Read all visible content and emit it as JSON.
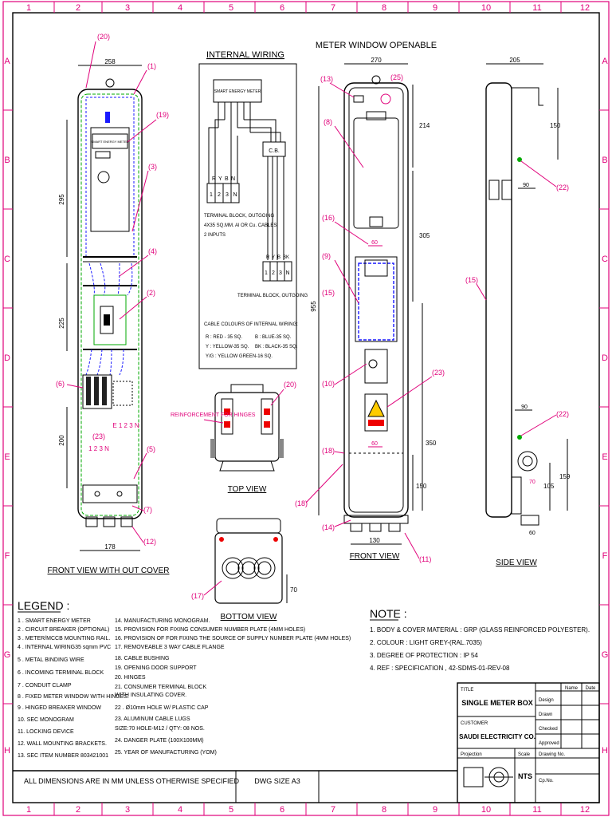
{
  "grid": {
    "columns": [
      "1",
      "2",
      "3",
      "4",
      "5",
      "6",
      "7",
      "8",
      "9",
      "10",
      "11",
      "12"
    ],
    "rows": [
      "A",
      "B",
      "C",
      "D",
      "E",
      "F",
      "G",
      "H"
    ]
  },
  "views": {
    "front_no_cover": "FRONT VIEW WITH OUT COVER",
    "internal_wiring": "INTERNAL WIRING",
    "meter_window": "METER WINDOW OPENABLE",
    "top": "TOP VIEW",
    "bottom": "BOTTOM VIEW",
    "front": "FRONT VIEW",
    "side": "SIDE VIEW"
  },
  "wiring": {
    "meter": "SMART ENERGY METER",
    "cb": "C.B.",
    "phases": [
      "R",
      "Y",
      "B",
      "N"
    ],
    "terminals": [
      "1",
      "2",
      "3",
      "N"
    ],
    "phases2": [
      "R",
      "Y",
      "B",
      "BK"
    ],
    "terminals2": [
      "1",
      "2",
      "3",
      "N"
    ],
    "outgoing_label_1": "TERMINAL BLOCK, OUTGOING",
    "outgoing_label_2": "4X35 SQ.MM. Al OR Cu. CABLES",
    "outgoing_label_3": "2 INPUTS",
    "outgoing_label_4": "TERMINAL BLOCK, OUTGOING",
    "colours_title": "CABLE COLOURS OF INTERNAL WIRING:",
    "c1": "R : RED - 35 SQ.",
    "c2": "B : BLUE-35 SQ.",
    "c3": "Y : YELLOW-35 SQ.",
    "c4": "BK : BLACK-35 SQ.",
    "c5": "Y/G : YELLOW GREEN-16 SQ."
  },
  "dims": {
    "d258": "258",
    "d295": "295",
    "d225": "225",
    "d200": "200",
    "d178": "178",
    "d270": "270",
    "d214": "214",
    "d305": "305",
    "d955": "955",
    "d350": "350",
    "d150": "150",
    "d130": "130",
    "d60a": "60",
    "d60b": "60",
    "d205": "205",
    "d150s": "150",
    "d90a": "90",
    "d90b": "90",
    "d159": "159",
    "d105": "105",
    "d70": "70",
    "d60s": "60",
    "d70b": "70"
  },
  "callouts": {
    "c1": "(1)",
    "c2": "(2)",
    "c3": "(3)",
    "c4": "(4)",
    "c5": "(5)",
    "c6": "(6)",
    "c7": "(7)",
    "c8": "(8)",
    "c9": "(9)",
    "c10": "(10)",
    "c11": "(11)",
    "c12": "(12)",
    "c13": "(13)",
    "c14": "(14)",
    "c15": "(15)",
    "c15b": "(15)",
    "c16": "(16)",
    "c17": "(17)",
    "c18": "(18)",
    "c19": "(19)",
    "c20": "(20)",
    "c20b": "(20)",
    "c22": "(22)",
    "c22b": "(22)",
    "c23": "(23)",
    "c23b": "(23)",
    "c25": "(25)"
  },
  "reinforcement": "REINFORCEMENT FOR HINGES",
  "front_labels": {
    "e123n": "E 1 2 3 N",
    "n123n": "1 2 3 N",
    "meter_small": "SMART ENERGY METER"
  },
  "legend": {
    "title": "LEGEND :",
    "col1": [
      "1 . SMART ENERGY METER",
      "2 . CIRCUIT BREAKER (OPTIONAL)",
      "3 . METER/MCCB MOUNTING RAIL.",
      "4 . INTERNAL WIRING35 sqmm PVC",
      "5 . METAL BINDING WIRE",
      "6 . INCOMING TERMINAL BLOCK",
      "7 . CONDUIT CLAMP",
      "8 . FIXED METER WINDOW WITH HINGES.",
      "9 . HINGED BREAKER WINDOW",
      "10. SEC MONOGRAM",
      "11. LOCKING DEVICE",
      "12. WALL MOUNTING BRACKETS.",
      "13. SEC ITEM NUMBER 803421001"
    ],
    "col2": [
      "14. MANUFACTURING MONOGRAM.",
      "15. PROVISION FOR FIXING CONSUMER NUMBER PLATE (4MM HOLES)",
      "16. PROVISION OF FOR FIXING THE SOURCE OF SUPPLY NUMBER PLATE (4MM HOLES)",
      "17. REMOVEABLE 3 WAY CABLE FLANGE",
      "18. CABLE BUSHING",
      "19. OPENING DOOR SUPPORT",
      "20. HINGES",
      "21. CONSUMER TERMINAL BLOCK",
      "     WITH INSULATING COVER.",
      "22 . Ø10mm HOLE W/ PLASTIC CAP",
      "23. ALUMINUM CABLE LUGS",
      "     SIZE:70 HOLE-M12 / QTY: 08 NOS.",
      "24. DANGER PLATE (100X100MM)",
      "25. YEAR OF MANUFACTURING (YOM)"
    ]
  },
  "note": {
    "title": "NOTE :",
    "n1": "1. BODY & COVER MATERIAL : GRP (GLASS REINFORCED POLYESTER).",
    "n2": "2. COLOUR                     : LIGHT GREY-(RAL.7035)",
    "n3": "3. DEGREE OF PROTECTION  : IP 54",
    "n4": "4. REF : SPECIFICATION , 42-SDMS-01-REV-08"
  },
  "titleblock": {
    "title_label": "TITLE",
    "title": "SINGLE METER BOX",
    "customer_label": "CUSTOMER",
    "customer": "SAUDI ELECTRICITY CO.",
    "name_hdr": "Name",
    "date_hdr": "Date",
    "design": "Design",
    "drawn": "Drawn",
    "checked": "Checked",
    "approved": "Approved",
    "projection": "Projection",
    "scale": "Scale",
    "drawing_no": "Drawing No.",
    "scale_val": "NTS",
    "cp_no": "Cp.No."
  },
  "footer": {
    "dims_note": "ALL DIMENSIONS ARE IN MM UNLESS OTHERWISE SPECIFIED",
    "dwg_size": "DWG SIZE  A3"
  },
  "colors": {
    "frame": "#e0007a",
    "blue": "#1a1aff",
    "green": "#00aa00",
    "red": "#ff0000",
    "yellow": "#ffcc00"
  }
}
